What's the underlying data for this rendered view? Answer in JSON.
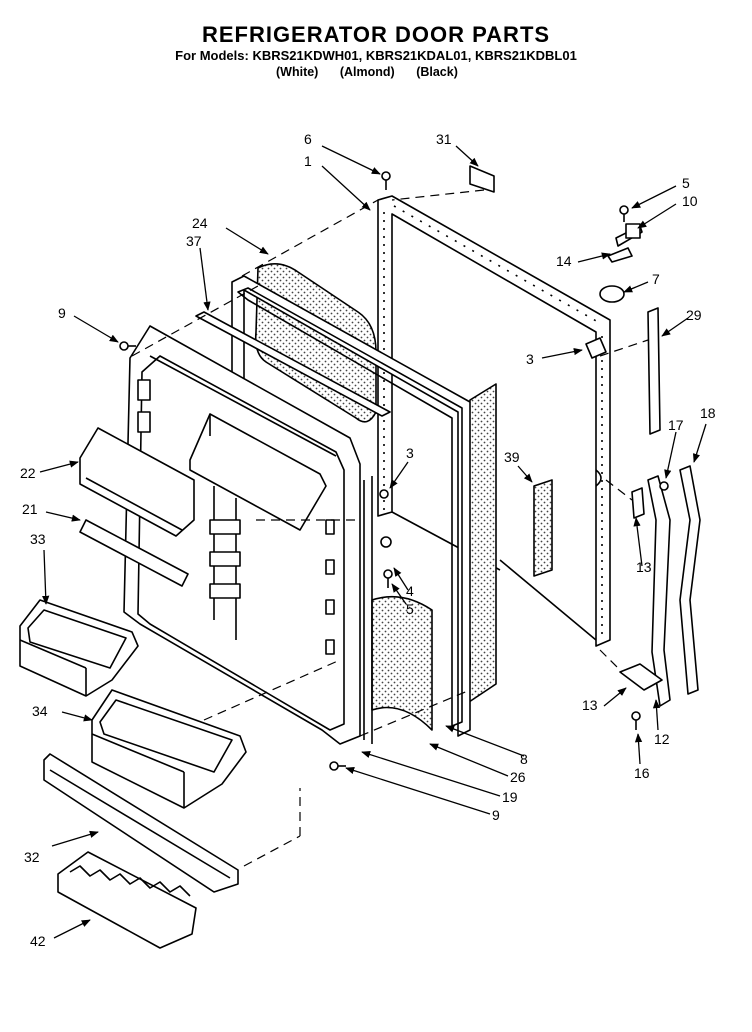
{
  "header": {
    "title": "REFRIGERATOR DOOR PARTS",
    "models": "For Models: KBRS21KDWH01, KBRS21KDAL01, KBRS21KDBL01",
    "colors": [
      "(White)",
      "(Almond)",
      "(Black)"
    ]
  },
  "callouts": [
    "6",
    "1",
    "31",
    "5",
    "10",
    "24",
    "37",
    "14",
    "7",
    "9",
    "29",
    "3",
    "17",
    "18",
    "3",
    "39",
    "22",
    "21",
    "4",
    "5",
    "13",
    "33",
    "13",
    "12",
    "34",
    "8",
    "26",
    "16",
    "19",
    "9",
    "32",
    "42"
  ]
}
